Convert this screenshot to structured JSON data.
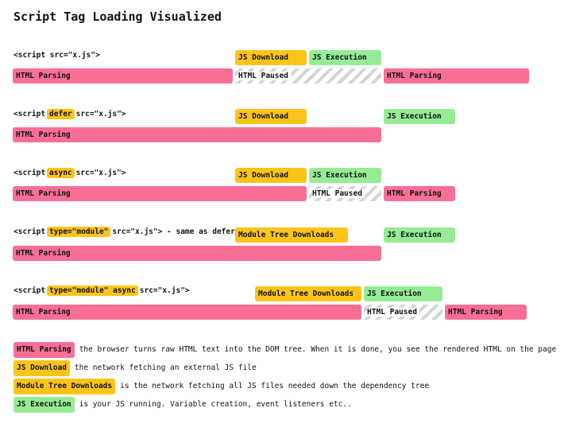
{
  "title": "Script Tag Loading Visualized",
  "labels": {
    "html_parsing": "HTML Parsing",
    "html_paused": "HTML Paused",
    "js_download": "JS Download",
    "js_execution": "JS Execution",
    "module_tree_downloads": "Module Tree Downloads"
  },
  "rows": {
    "regular": {
      "code_pre": "<script src=\"x.js\">"
    },
    "defer": {
      "code_pre": "<script",
      "code_hl": "defer",
      "code_post": "src=\"x.js\">"
    },
    "async": {
      "code_pre": "<script",
      "code_hl": "async",
      "code_post": "src=\"x.js\">"
    },
    "module": {
      "code_pre": "<script",
      "code_hl": "type=\"module\"",
      "code_post": "src=\"x.js\"> - same as defer"
    },
    "module_async": {
      "code_pre": "<script",
      "code_hl": "type=\"module\" async",
      "code_post": "src=\"x.js\">"
    }
  },
  "legend": {
    "parse_desc": "the browser turns raw HTML text into the DOM tree. When it is done, you see the rendered HTML on the page",
    "download_desc": "the network fetching an external JS file",
    "module_desc": "is the network fetching all JS files needed down the dependency tree",
    "exec_desc": "is your JS running. Variable creation, event listeners etc.."
  },
  "colors": {
    "parse": "#f86f96",
    "download": "#fcc419",
    "exec": "#96ec96",
    "paused_stripe": "#d4d4d4"
  }
}
